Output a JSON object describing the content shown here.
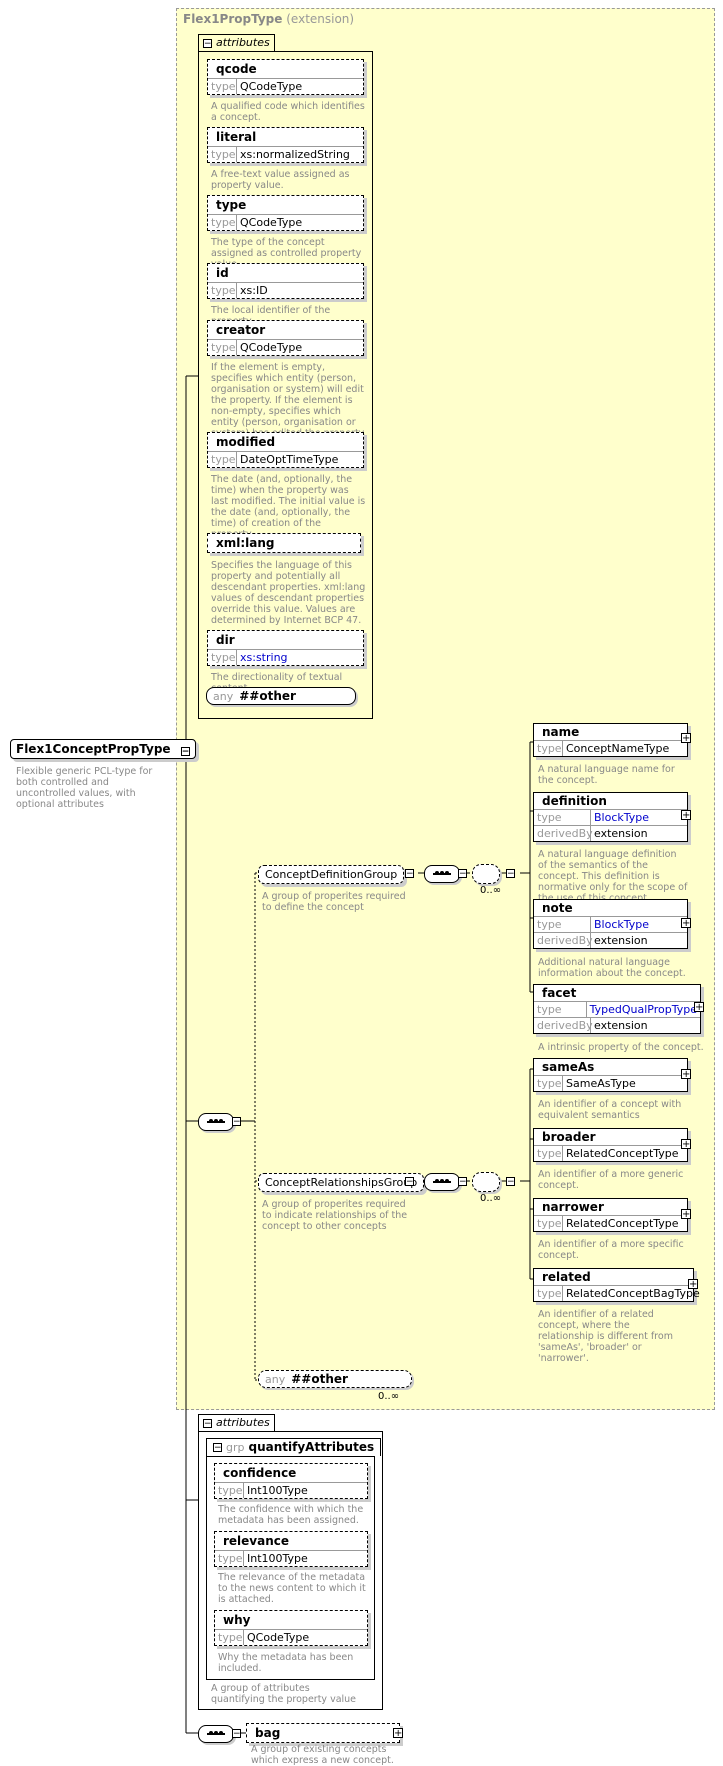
{
  "root": {
    "name": "Flex1ConceptPropType",
    "description": "Flexible generic PCL-type for both controlled and uncontrolled values, with optional attributes"
  },
  "extension": {
    "base": "Flex1PropType",
    "kind": "(extension)"
  },
  "labels": {
    "attributes": "attributes",
    "type": "type",
    "derivedBy": "derivedBy",
    "any": "any",
    "grp": "grp",
    "other": "##other",
    "card_0_inf": "0..∞",
    "collapse": "−",
    "expand": "+"
  },
  "attributes": [
    {
      "name": "qcode",
      "type": "QCodeType",
      "desc": "A qualified code which identifies a concept."
    },
    {
      "name": "literal",
      "type": "xs:normalizedString",
      "desc": "A free-text value assigned as property value."
    },
    {
      "name": "type",
      "type": "QCodeType",
      "desc": "The type of the concept assigned as controlled property value."
    },
    {
      "name": "id",
      "type": "xs:ID",
      "desc": "The local identifier of the property."
    },
    {
      "name": "creator",
      "type": "QCodeType",
      "desc": "If the element is empty, specifies which entity (person, organisation or system) will edit the property. If the element is non-empty, specifies which entity (person, organisation or system) has edited the property."
    },
    {
      "name": "modified",
      "type": "DateOptTimeType",
      "desc": "The date (and, optionally, the time) when the property was last modified. The initial value is the date (and, optionally, the time) of creation of the property."
    },
    {
      "name": "xml:lang",
      "type": "",
      "desc": "Specifies the language of this property and potentially all descendant properties. xml:lang values of descendant properties override this value. Values are determined by Internet BCP 47."
    },
    {
      "name": "dir",
      "type": "xs:string",
      "desc": "The directionality of textual content."
    }
  ],
  "groups": {
    "definition": {
      "name": "ConceptDefinitionGroup",
      "desc": "A group of properites required to define the concept"
    },
    "relationships": {
      "name": "ConceptRelationshipsGroup",
      "desc": "A group of properites required to indicate relationships of the concept to other concepts"
    }
  },
  "definition_elements": [
    {
      "name": "name",
      "type": "ConceptNameType",
      "derivedBy": "",
      "desc": "A natural language name for the concept."
    },
    {
      "name": "definition",
      "type": "BlockType",
      "derivedBy": "extension",
      "desc": "A natural language definition of the semantics of the concept. This definition is normative only for the scope of the use of this concept."
    },
    {
      "name": "note",
      "type": "BlockType",
      "derivedBy": "extension",
      "desc": "Additional natural language information about the concept."
    },
    {
      "name": "facet",
      "type": "TypedQualPropType",
      "derivedBy": "extension",
      "desc": "A intrinsic property of the concept."
    }
  ],
  "relationship_elements": [
    {
      "name": "sameAs",
      "type": "SameAsType",
      "desc": "An identifier of a concept with equivalent semantics"
    },
    {
      "name": "broader",
      "type": "RelatedConceptType",
      "desc": "An identifier of a more generic concept."
    },
    {
      "name": "narrower",
      "type": "RelatedConceptType",
      "desc": "An identifier of a more specific concept."
    },
    {
      "name": "related",
      "type": "RelatedConceptBagType",
      "desc": "An identifier of a related concept, where the relationship is different from 'sameAs', 'broader' or 'narrower'."
    }
  ],
  "quantify": {
    "group_name": "quantifyAttributes",
    "desc": "A group of attributes quantifying the property value",
    "attributes": [
      {
        "name": "confidence",
        "type": "Int100Type",
        "desc": "The confidence with which the metadata has been assigned."
      },
      {
        "name": "relevance",
        "type": "Int100Type",
        "desc": "The relevance of the metadata to the news content to which it is attached."
      },
      {
        "name": "why",
        "type": "QCodeType",
        "desc": "Why the metadata has been included."
      }
    ]
  },
  "bag": {
    "name": "bag",
    "desc": "A group of existing concepts which express a new concept."
  },
  "colors": {
    "extension_bg": "#ffffcc",
    "link": "#0000cc",
    "muted": "#999999"
  }
}
